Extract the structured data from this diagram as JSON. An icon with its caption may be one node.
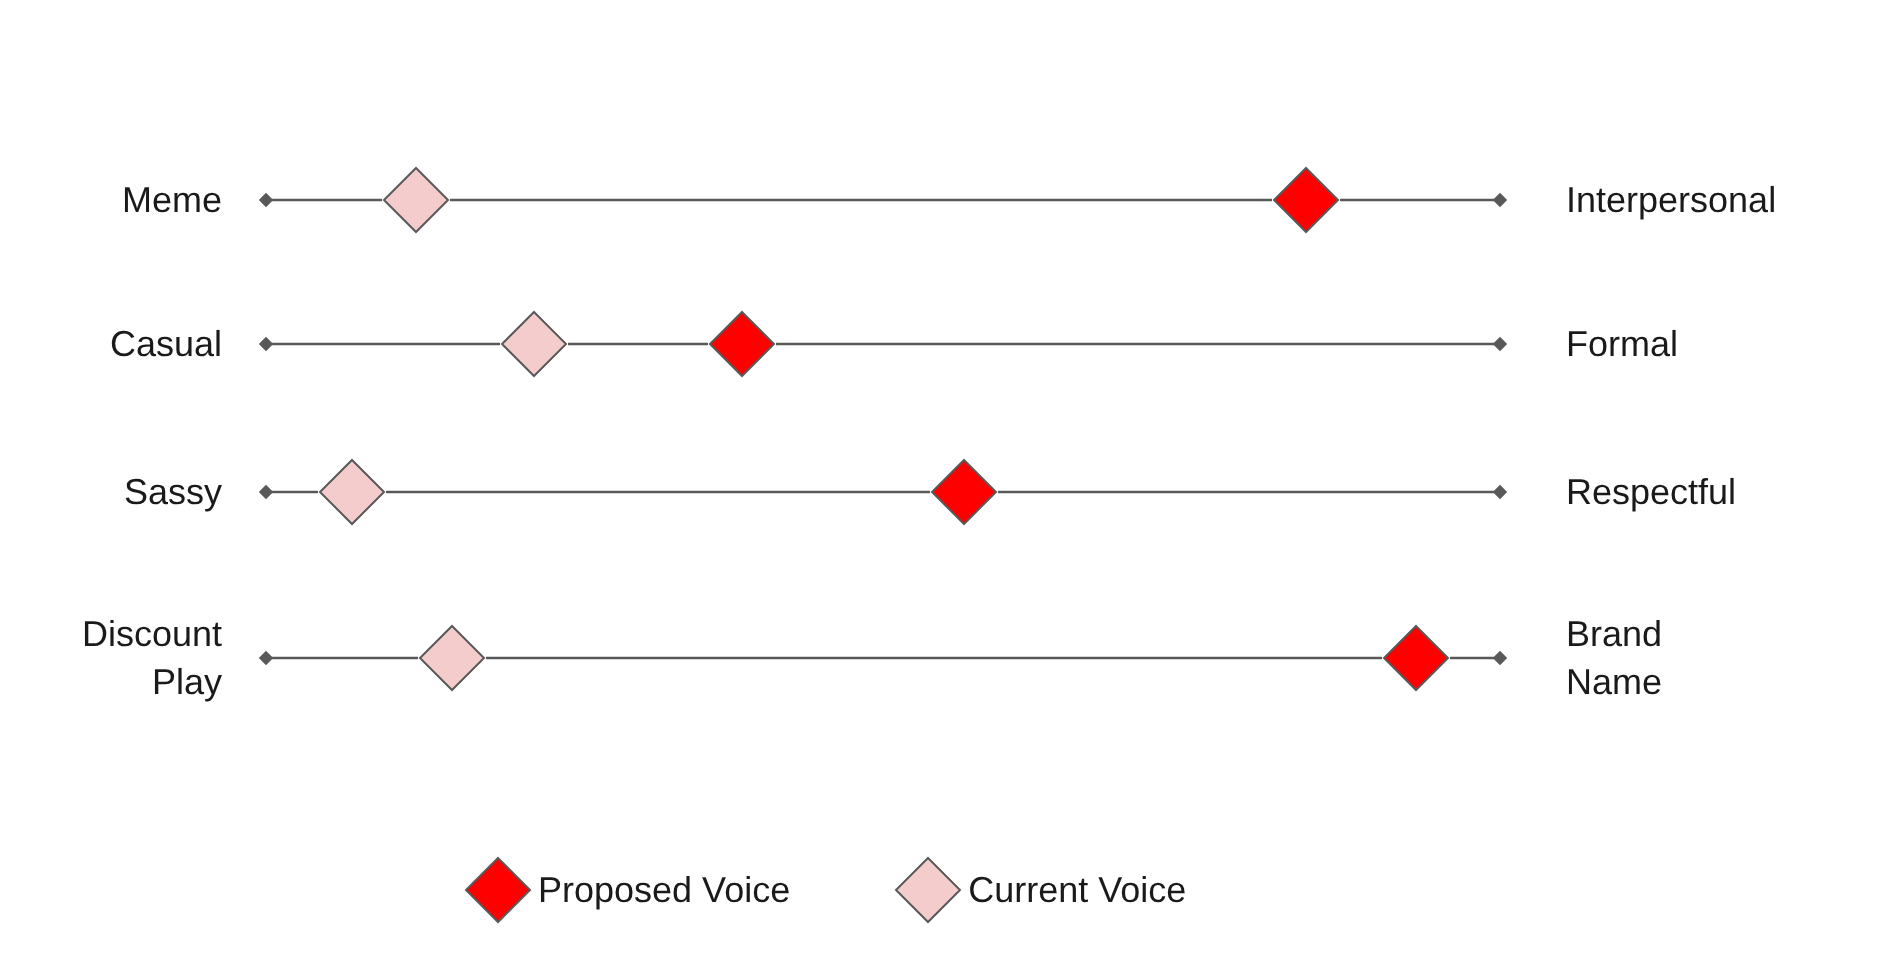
{
  "diagram": {
    "nodes": [
      {
        "text": [
          "Meme"
        ]
      },
      {
        "text": [],
        "shape": "diamond"
      },
      {
        "text": [],
        "shape": "diamond"
      },
      {
        "text": [
          "Interpersonal"
        ]
      },
      {
        "text": [
          "Casual"
        ]
      },
      {
        "text": [],
        "shape": "diamond"
      },
      {
        "text": [],
        "shape": "diamond"
      },
      {
        "text": [
          "Formal"
        ]
      },
      {
        "text": [
          "Sassy"
        ]
      },
      {
        "text": [],
        "shape": "diamond"
      },
      {
        "text": [],
        "shape": "diamond"
      },
      {
        "text": [
          "Respectful"
        ]
      },
      {
        "text": [
          "Discount Play"
        ]
      },
      {
        "text": [],
        "shape": "diamond"
      },
      {
        "text": [],
        "shape": "diamond"
      },
      {
        "text": [
          "Brand Name"
        ]
      }
    ],
    "edges": [
      {
        "from": 0,
        "to": 1,
        "arrow": "other"
      },
      {
        "from": 1,
        "to": 2,
        "arrow": "none"
      },
      {
        "from": 2,
        "to": 3,
        "arrow": "other"
      },
      {
        "from": 4,
        "to": 5,
        "arrow": "other"
      },
      {
        "from": 5,
        "to": 6,
        "arrow": "none"
      },
      {
        "from": 6,
        "to": 7,
        "arrow": "other"
      },
      {
        "from": 8,
        "to": 9,
        "arrow": "other"
      },
      {
        "from": 9,
        "to": 10,
        "arrow": "none"
      },
      {
        "from": 10,
        "to": 11,
        "arrow": "other"
      },
      {
        "from": 12,
        "to": 13,
        "arrow": "other"
      },
      {
        "from": 13,
        "to": 14,
        "arrow": "none"
      },
      {
        "from": 14,
        "to": 15,
        "arrow": "other"
      }
    ],
    "legend": [
      {
        "text": "Proposed Voice",
        "color": "#ff0000"
      },
      {
        "text": "Current Voice",
        "color": "#f4cccc"
      }
    ]
  }
}
